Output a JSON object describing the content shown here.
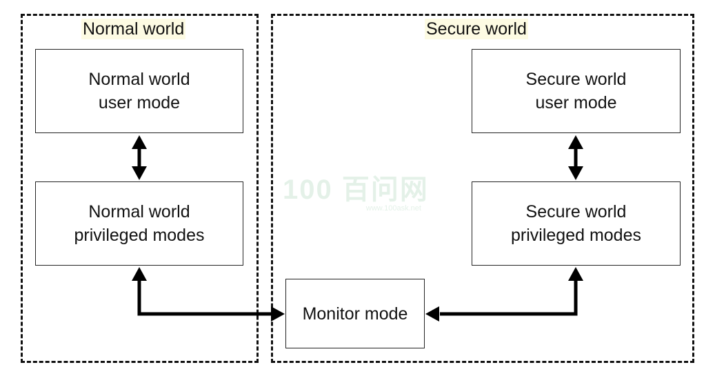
{
  "regions": {
    "normal": {
      "label": "Normal world",
      "label_bg": "#fdfbe3"
    },
    "secure": {
      "label": "Secure world",
      "label_bg": "#fdfbe3"
    }
  },
  "boxes": {
    "nw_user": {
      "line1": "Normal world",
      "line2": "user mode"
    },
    "nw_priv": {
      "line1": "Normal world",
      "line2": "privileged modes"
    },
    "sw_user": {
      "line1": "Secure world",
      "line2": "user mode"
    },
    "sw_priv": {
      "line1": "Secure world",
      "line2": "privileged modes"
    },
    "monitor": {
      "line1": "Monitor mode"
    }
  },
  "watermark": {
    "logo": "100 百问网",
    "url": "www.100ask.net"
  },
  "colors": {
    "stroke": "#111111",
    "arrow": "#000000"
  }
}
